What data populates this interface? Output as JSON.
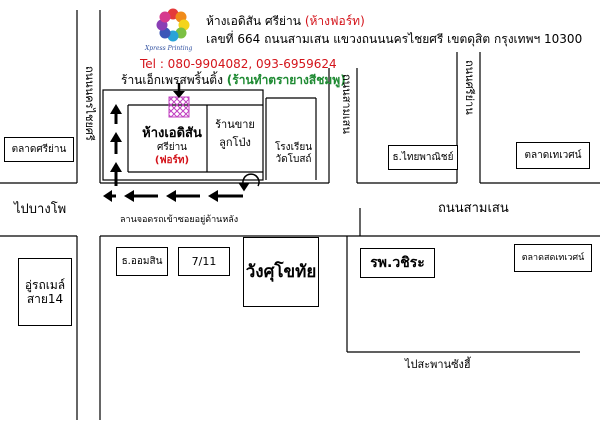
{
  "header": {
    "shop_name": "ห้างเอดิสัน ศรีย่าน",
    "shop_alias": "(ห้างฟอร์ท)",
    "address": "เลขที่ 664 ถนนสามเสน แขวงถนนนครไชยศรี เขตดุสิต กรุงเทพฯ 10300",
    "phone": "Tel : 080-9904082, 093-6959624",
    "neighbor_shop": "ร้านเอ็กเพรสพริ้นติ้ง",
    "neighbor_alias": "(ร้านทำตรายางสีชมพู)",
    "logo_text": "Xpress Printing"
  },
  "roads": {
    "nakhon_chaisri": "ถนนนครไชยศรี",
    "soi_right_1": "ถนนสามเสน",
    "soi_right_2": "ถนนศรีย่าน",
    "samsen": "ถนนสามเสน",
    "to_bang_pho": "ไปบางโพ",
    "to_sang_hi": "ไปสะพานซังฮี้"
  },
  "places": {
    "market_sriyan": "ตลาดศรีย่าน",
    "main_store_name": "ห้างเอดิสัน",
    "main_store_sub": "ศรีย่าน",
    "main_store_alias": "(ฟอร์ท)",
    "balloon_shop_1": "ร้านขาย",
    "balloon_shop_2": "ลูกโป่ง",
    "school_1": "โรงเรียน",
    "school_2": "วัดโบสถ์",
    "thai_commerce": "ธ.ไทยพาณิชย์",
    "thewet_market": "ตลาดเทเวศน์",
    "garage_1": "อู่รถเมล์",
    "garage_2": "สาย14",
    "gsb": "ธ.ออมสิน",
    "seven_eleven": "7/11",
    "palace": "วังศุโขทัย",
    "hospital": "รพ.วชิระ",
    "thewet_fresh_market": "ตลาดสดเทเวศน์",
    "parking_note": "ลานจอดรถเข้าซอยอยู่ด้านหลัง"
  },
  "colors": {
    "alias_red": "#d4141b",
    "alias_green": "#1e8a32",
    "marker_pink": "#c040c0"
  },
  "icons": [
    "flower-logo-icon",
    "arrow-down-icon",
    "route-arrow-icon",
    "u-turn-icon"
  ]
}
